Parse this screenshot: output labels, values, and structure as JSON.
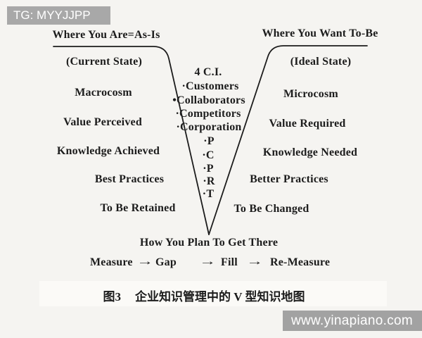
{
  "page": {
    "background": "#f5f4f1",
    "ink": "#1c1c1c"
  },
  "watermarks": {
    "top": {
      "label": "TG: MYYJJPP",
      "color": "#a8a8a8",
      "text_color": "#ffffff"
    },
    "bottom": {
      "label": "www.yinapiano.com",
      "color": "#a2a2a2",
      "text_color": "#ffffff"
    }
  },
  "diagram": {
    "left": {
      "header": "Where You Are=As-Is",
      "subheader": "(Current State)",
      "items": [
        "Macrocosm",
        "Value Perceived",
        "Knowledge Achieved",
        "Best Practices",
        "To Be Retained"
      ]
    },
    "right": {
      "header": "Where You Want To-Be",
      "subheader": "(Ideal State)",
      "items": [
        "Microcosm",
        "Value Required",
        "Knowledge Needed",
        "Better Practices",
        "To Be Changed"
      ]
    },
    "center": {
      "title": "4 C.I.",
      "items": [
        "·Customers",
        "•Collaborators",
        "·Competitors",
        "·Corporation"
      ],
      "letters": [
        "·P",
        "·C",
        "·P",
        "·R",
        "·T"
      ]
    },
    "bottom": {
      "plan": "How You Plan To Get There",
      "arrow": "→",
      "steps": [
        "Measure",
        "Gap",
        "Fill",
        "Re-Measure"
      ]
    },
    "caption": {
      "label": "图3",
      "text": "企业知识管理中的 V 型知识地图"
    }
  }
}
